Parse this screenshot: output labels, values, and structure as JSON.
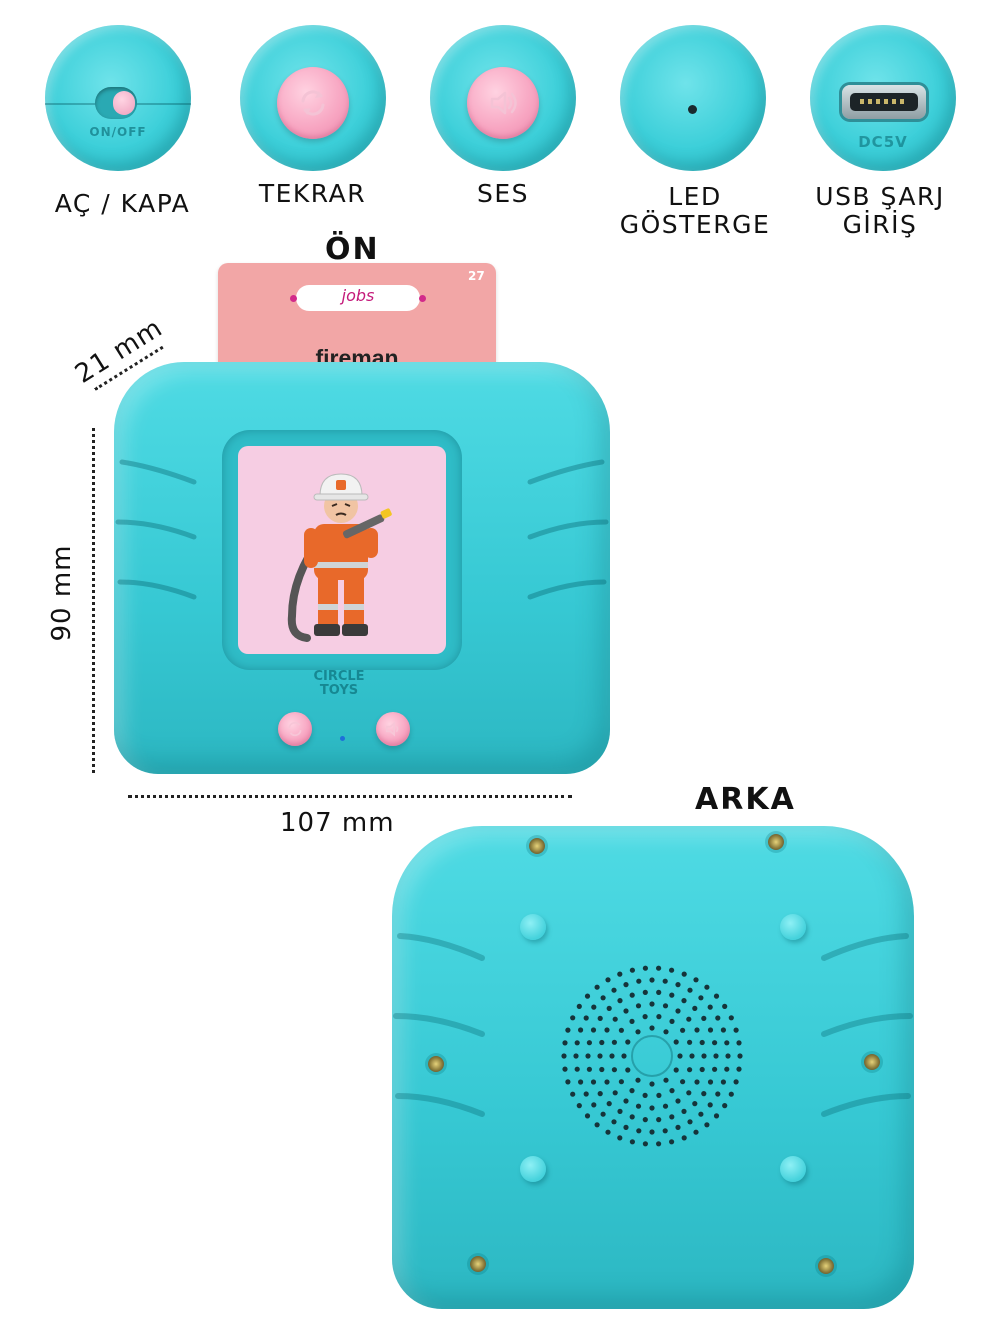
{
  "features": [
    {
      "icon": "power-switch-icon",
      "label": "AÇ / KAPA",
      "embossed": "ON/OFF"
    },
    {
      "icon": "repeat-icon",
      "label": "TEKRAR"
    },
    {
      "icon": "speaker-icon",
      "label": "SES"
    },
    {
      "icon": "led-indicator-icon",
      "label_line1": "LED",
      "label_line2": "GÖSTERGE"
    },
    {
      "icon": "usb-port-icon",
      "label_line1": "USB ŞARJ",
      "label_line2": "GİRİŞ",
      "embossed": "DC5V"
    }
  ],
  "front": {
    "heading": "ÖN",
    "card": {
      "category": "jobs",
      "number": "27",
      "word": "fireman"
    },
    "logo_line1": "CIRCLE",
    "logo_line2": "TOYS"
  },
  "dimensions": {
    "depth": "21 mm",
    "height": "90 mm",
    "width": "107 mm"
  },
  "back": {
    "heading": "ARKA"
  },
  "colors": {
    "body": "#3ccfd9",
    "button": "#f7a3c0",
    "card": "#f2a6a6",
    "screen": "#f6cde3"
  }
}
